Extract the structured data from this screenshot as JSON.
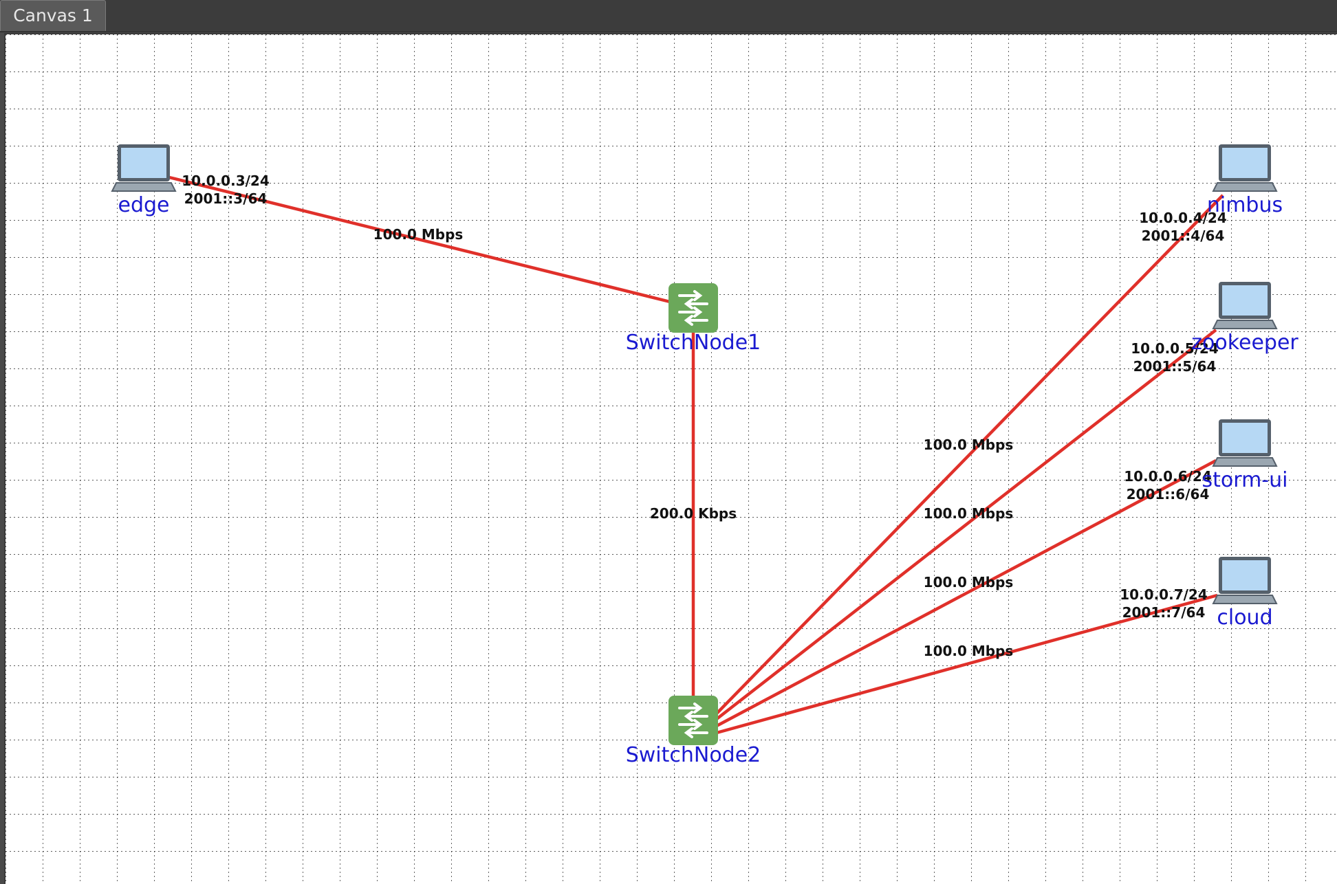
{
  "tabs": [
    {
      "label": "Canvas 1",
      "active": true
    }
  ],
  "canvas": {
    "background": "#ffffff",
    "grid": true,
    "grid_style": "dotted",
    "link_color": "#e0302a",
    "node_label_color": "#1a1ad0"
  },
  "nodes": [
    {
      "id": "edge",
      "label": "edge",
      "type": "host",
      "icon": "laptop-icon"
    },
    {
      "id": "switch1",
      "label": "SwitchNode1",
      "type": "switch",
      "icon": "switch-icon"
    },
    {
      "id": "switch2",
      "label": "SwitchNode2",
      "type": "switch",
      "icon": "switch-icon"
    },
    {
      "id": "nimbus",
      "label": "nimbus",
      "type": "host",
      "icon": "laptop-icon"
    },
    {
      "id": "zookeeper",
      "label": "zookeeper",
      "type": "host",
      "icon": "laptop-icon"
    },
    {
      "id": "storm-ui",
      "label": "storm-ui",
      "type": "host",
      "icon": "laptop-icon"
    },
    {
      "id": "cloud",
      "label": "cloud",
      "type": "host",
      "icon": "laptop-icon"
    }
  ],
  "links": [
    {
      "from": "edge",
      "to": "switch1",
      "bandwidth": "100.0 Mbps",
      "iface": [
        "10.0.0.3/24",
        "2001::3/64"
      ]
    },
    {
      "from": "switch1",
      "to": "switch2",
      "bandwidth": "200.0 Kbps",
      "iface": []
    },
    {
      "from": "switch2",
      "to": "nimbus",
      "bandwidth": "100.0 Mbps",
      "iface": [
        "10.0.0.4/24",
        "2001::4/64"
      ]
    },
    {
      "from": "switch2",
      "to": "zookeeper",
      "bandwidth": "100.0 Mbps",
      "iface": [
        "10.0.0.5/24",
        "2001::5/64"
      ]
    },
    {
      "from": "switch2",
      "to": "storm-ui",
      "bandwidth": "100.0 Mbps",
      "iface": [
        "10.0.0.6/24",
        "2001::6/64"
      ]
    },
    {
      "from": "switch2",
      "to": "cloud",
      "bandwidth": "100.0 Mbps",
      "iface": [
        "10.0.0.7/24",
        "2001::7/64"
      ]
    }
  ]
}
